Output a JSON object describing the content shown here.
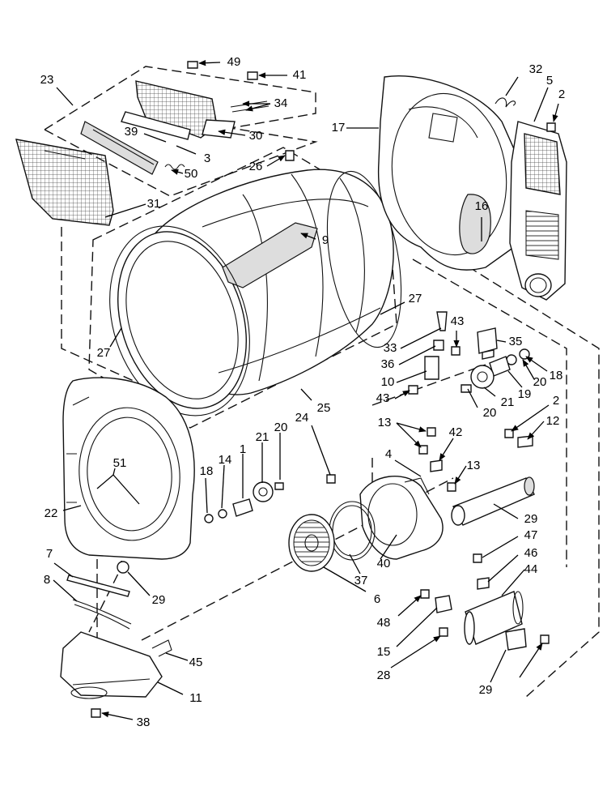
{
  "callouts": [
    {
      "id": "c49",
      "text": "49"
    },
    {
      "id": "c41",
      "text": "41"
    },
    {
      "id": "c23",
      "text": "23"
    },
    {
      "id": "c34",
      "text": "34"
    },
    {
      "id": "c30",
      "text": "30"
    },
    {
      "id": "c39",
      "text": "39"
    },
    {
      "id": "c3",
      "text": "3"
    },
    {
      "id": "c50",
      "text": "50"
    },
    {
      "id": "c31",
      "text": "31"
    },
    {
      "id": "c26",
      "text": "26"
    },
    {
      "id": "c9",
      "text": "9"
    },
    {
      "id": "c27a",
      "text": "27"
    },
    {
      "id": "c27b",
      "text": "27"
    },
    {
      "id": "c25",
      "text": "25"
    },
    {
      "id": "c32",
      "text": "32"
    },
    {
      "id": "c5",
      "text": "5"
    },
    {
      "id": "c2a",
      "text": "2"
    },
    {
      "id": "c17",
      "text": "17"
    },
    {
      "id": "c16",
      "text": "16"
    },
    {
      "id": "c33",
      "text": "33"
    },
    {
      "id": "c43a",
      "text": "43"
    },
    {
      "id": "c35",
      "text": "35"
    },
    {
      "id": "c36",
      "text": "36"
    },
    {
      "id": "c10",
      "text": "10"
    },
    {
      "id": "c20a",
      "text": "20"
    },
    {
      "id": "c18a",
      "text": "18"
    },
    {
      "id": "c19",
      "text": "19"
    },
    {
      "id": "c21a",
      "text": "21"
    },
    {
      "id": "c43b",
      "text": "43"
    },
    {
      "id": "c20b",
      "text": "20"
    },
    {
      "id": "c2b",
      "text": "2"
    },
    {
      "id": "c12",
      "text": "12"
    },
    {
      "id": "c13a",
      "text": "13"
    },
    {
      "id": "c24",
      "text": "24"
    },
    {
      "id": "c4",
      "text": "4"
    },
    {
      "id": "c42",
      "text": "42"
    },
    {
      "id": "c13b",
      "text": "13"
    },
    {
      "id": "c1",
      "text": "1"
    },
    {
      "id": "c21b",
      "text": "21"
    },
    {
      "id": "c20c",
      "text": "20"
    },
    {
      "id": "c51",
      "text": "51"
    },
    {
      "id": "c18b",
      "text": "18"
    },
    {
      "id": "c14",
      "text": "14"
    },
    {
      "id": "c22",
      "text": "22"
    },
    {
      "id": "c29a",
      "text": "29"
    },
    {
      "id": "c47",
      "text": "47"
    },
    {
      "id": "c46",
      "text": "46"
    },
    {
      "id": "c44",
      "text": "44"
    },
    {
      "id": "c40",
      "text": "40"
    },
    {
      "id": "c37",
      "text": "37"
    },
    {
      "id": "c6",
      "text": "6"
    },
    {
      "id": "c7",
      "text": "7"
    },
    {
      "id": "c8",
      "text": "8"
    },
    {
      "id": "c29b",
      "text": "29"
    },
    {
      "id": "c48",
      "text": "48"
    },
    {
      "id": "c15",
      "text": "15"
    },
    {
      "id": "c28",
      "text": "28"
    },
    {
      "id": "c45",
      "text": "45"
    },
    {
      "id": "c11",
      "text": "11"
    },
    {
      "id": "c38",
      "text": "38"
    },
    {
      "id": "c29c",
      "text": "29"
    }
  ]
}
